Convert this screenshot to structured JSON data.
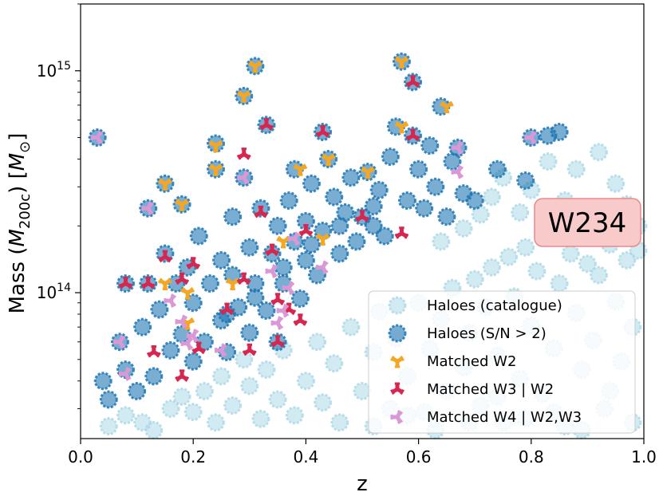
{
  "chart_data": {
    "type": "scatter",
    "xlabel": "z",
    "ylabel": "Mass (M200c) [M⊙]",
    "xlim": [
      0.0,
      1.0
    ],
    "ylim": [
      22000000000000.0,
      2000000000000000.0
    ],
    "yscale": "log",
    "xticks": [
      "0.0",
      "0.2",
      "0.4",
      "0.6",
      "0.8",
      "1.0"
    ],
    "yticks": [
      {
        "value": 100000000000000.0,
        "label": "10^14"
      },
      {
        "value": 1000000000000000.0,
        "label": "10^15"
      }
    ],
    "grid": false,
    "legend_position": "lower-right",
    "annotation": "W234",
    "series": [
      {
        "name": "Haloes (catalogue)",
        "color": "#add8e6",
        "marker": "o",
        "points": [
          [
            0.05,
            25000000000000.0
          ],
          [
            0.08,
            28000000000000.0
          ],
          [
            0.11,
            26000000000000.0
          ],
          [
            0.13,
            24000000000000.0
          ],
          [
            0.16,
            30000000000000.0
          ],
          [
            0.18,
            34000000000000.0
          ],
          [
            0.2,
            29000000000000.0
          ],
          [
            0.22,
            36000000000000.0
          ],
          [
            0.24,
            26000000000000.0
          ],
          [
            0.25,
            42000000000000.0
          ],
          [
            0.27,
            31000000000000.0
          ],
          [
            0.29,
            50000000000000.0
          ],
          [
            0.3,
            38000000000000.0
          ],
          [
            0.32,
            27000000000000.0
          ],
          [
            0.33,
            45000000000000.0
          ],
          [
            0.35,
            33000000000000.0
          ],
          [
            0.36,
            55000000000000.0
          ],
          [
            0.38,
            28000000000000.0
          ],
          [
            0.4,
            40000000000000.0
          ],
          [
            0.42,
            60000000000000.0
          ],
          [
            0.43,
            32000000000000.0
          ],
          [
            0.45,
            48000000000000.0
          ],
          [
            0.46,
            26000000000000.0
          ],
          [
            0.48,
            70000000000000.0
          ],
          [
            0.5,
            36000000000000.0
          ],
          [
            0.52,
            54000000000000.0
          ],
          [
            0.53,
            82000000000000.0
          ],
          [
            0.55,
            30000000000000.0
          ],
          [
            0.56,
            62000000000000.0
          ],
          [
            0.58,
            42000000000000.0
          ],
          [
            0.6,
            90000000000000.0
          ],
          [
            0.61,
            29000000000000.0
          ],
          [
            0.62,
            56000000000000.0
          ],
          [
            0.64,
            76000000000000.0
          ],
          [
            0.65,
            36000000000000.0
          ],
          [
            0.66,
            105000000000000.0
          ],
          [
            0.68,
            46000000000000.0
          ],
          [
            0.69,
            66000000000000.0
          ],
          [
            0.7,
            115000000000000.0
          ],
          [
            0.71,
            31000000000000.0
          ],
          [
            0.72,
            86000000000000.0
          ],
          [
            0.73,
            130000000000000.0
          ],
          [
            0.74,
            52000000000000.0
          ],
          [
            0.75,
            26000000000000.0
          ],
          [
            0.76,
            145000000000000.0
          ],
          [
            0.77,
            96000000000000.0
          ],
          [
            0.78,
            41000000000000.0
          ],
          [
            0.79,
            160000000000000.0
          ],
          [
            0.8,
            71000000000000.0
          ],
          [
            0.81,
            125000000000000.0
          ],
          [
            0.82,
            35000000000000.0
          ],
          [
            0.83,
            180000000000000.0
          ],
          [
            0.84,
            56000000000000.0
          ],
          [
            0.85,
            110000000000000.0
          ],
          [
            0.86,
            25000000000000.0
          ],
          [
            0.87,
            150000000000000.0
          ],
          [
            0.88,
            81000000000000.0
          ],
          [
            0.89,
            45000000000000.0
          ],
          [
            0.9,
            135000000000000.0
          ],
          [
            0.91,
            61000000000000.0
          ],
          [
            0.92,
            120000000000000.0
          ],
          [
            0.93,
            30000000000000.0
          ],
          [
            0.94,
            165000000000000.0
          ],
          [
            0.95,
            91000000000000.0
          ],
          [
            0.96,
            49000000000000.0
          ],
          [
            0.97,
            140000000000000.0
          ],
          [
            0.98,
            70000000000000.0
          ],
          [
            0.99,
            155000000000000.0
          ],
          [
            0.52,
            25000000000000.0
          ],
          [
            0.58,
            28000000000000.0
          ],
          [
            0.63,
            24000000000000.0
          ],
          [
            0.69,
            26000000000000.0
          ],
          [
            0.74,
            34000000000000.0
          ],
          [
            0.79,
            27000000000000.0
          ],
          [
            0.84,
            29000000000000.0
          ],
          [
            0.89,
            24000000000000.0
          ],
          [
            0.94,
            36000000000000.0
          ],
          [
            0.98,
            26000000000000.0
          ],
          [
            0.64,
            170000000000000.0
          ],
          [
            0.68,
            195000000000000.0
          ],
          [
            0.71,
            225000000000000.0
          ],
          [
            0.73,
            270000000000000.0
          ],
          [
            0.75,
            330000000000000.0
          ],
          [
            0.78,
            230000000000000.0
          ],
          [
            0.8,
            290000000000000.0
          ],
          [
            0.83,
            390000000000000.0
          ],
          [
            0.86,
            260000000000000.0
          ],
          [
            0.88,
            360000000000000.0
          ],
          [
            0.92,
            430000000000000.0
          ],
          [
            0.95,
            310000000000000.0
          ],
          [
            0.97,
            250000000000000.0
          ],
          [
            0.99,
            200000000000000.0
          ]
        ]
      },
      {
        "name": "Haloes (S/N > 2)",
        "color": "#1f77b4",
        "marker": "o",
        "points": [
          [
            0.03,
            500000000000000.0
          ],
          [
            0.04,
            40000000000000.0
          ],
          [
            0.05,
            33000000000000.0
          ],
          [
            0.07,
            60000000000000.0
          ],
          [
            0.08,
            110000000000000.0
          ],
          [
            0.08,
            45000000000000.0
          ],
          [
            0.1,
            36000000000000.0
          ],
          [
            0.11,
            70000000000000.0
          ],
          [
            0.12,
            240000000000000.0
          ],
          [
            0.12,
            110000000000000.0
          ],
          [
            0.13,
            42000000000000.0
          ],
          [
            0.14,
            84000000000000.0
          ],
          [
            0.15,
            150000000000000.0
          ],
          [
            0.15,
            310000000000000.0
          ],
          [
            0.16,
            55000000000000.0
          ],
          [
            0.17,
            110000000000000.0
          ],
          [
            0.18,
            250000000000000.0
          ],
          [
            0.18,
            65000000000000.0
          ],
          [
            0.19,
            130000000000000.0
          ],
          [
            0.2,
            49000000000000.0
          ],
          [
            0.2,
            90000000000000.0
          ],
          [
            0.21,
            180000000000000.0
          ],
          [
            0.22,
            60000000000000.0
          ],
          [
            0.23,
            110000000000000.0
          ],
          [
            0.24,
            470000000000000.0
          ],
          [
            0.24,
            360000000000000.0
          ],
          [
            0.25,
            75000000000000.0
          ],
          [
            0.25,
            140000000000000.0
          ],
          [
            0.26,
            54000000000000.0
          ],
          [
            0.27,
            120000000000000.0
          ],
          [
            0.27,
            220000000000000.0
          ],
          [
            0.28,
            86000000000000.0
          ],
          [
            0.29,
            770000000000000.0
          ],
          [
            0.29,
            330000000000000.0
          ],
          [
            0.3,
            160000000000000.0
          ],
          [
            0.3,
            66000000000000.0
          ],
          [
            0.31,
            1050000000000000.0
          ],
          [
            0.31,
            110000000000000.0
          ],
          [
            0.32,
            240000000000000.0
          ],
          [
            0.33,
            570000000000000.0
          ],
          [
            0.33,
            83000000000000.0
          ],
          [
            0.34,
            150000000000000.0
          ],
          [
            0.35,
            200000000000000.0
          ],
          [
            0.35,
            60000000000000.0
          ],
          [
            0.36,
            110000000000000.0
          ],
          [
            0.37,
            260000000000000.0
          ],
          [
            0.38,
            360000000000000.0
          ],
          [
            0.38,
            170000000000000.0
          ],
          [
            0.39,
            94000000000000.0
          ],
          [
            0.4,
            140000000000000.0
          ],
          [
            0.4,
            210000000000000.0
          ],
          [
            0.41,
            310000000000000.0
          ],
          [
            0.42,
            120000000000000.0
          ],
          [
            0.43,
            530000000000000.0
          ],
          [
            0.43,
            190000000000000.0
          ],
          [
            0.44,
            400000000000000.0
          ],
          [
            0.45,
            270000000000000.0
          ],
          [
            0.46,
            150000000000000.0
          ],
          [
            0.47,
            230000000000000.0
          ],
          [
            0.48,
            330000000000000.0
          ],
          [
            0.49,
            170000000000000.0
          ],
          [
            0.5,
            220000000000000.0
          ],
          [
            0.51,
            350000000000000.0
          ],
          [
            0.52,
            200000000000000.0
          ],
          [
            0.53,
            290000000000000.0
          ],
          [
            0.54,
            180000000000000.0
          ],
          [
            0.55,
            410000000000000.0
          ],
          [
            0.56,
            560000000000000.0
          ],
          [
            0.57,
            1100000000000000.0
          ],
          [
            0.58,
            260000000000000.0
          ],
          [
            0.59,
            890000000000000.0
          ],
          [
            0.59,
            510000000000000.0
          ],
          [
            0.6,
            360000000000000.0
          ],
          [
            0.61,
            240000000000000.0
          ],
          [
            0.62,
            460000000000000.0
          ],
          [
            0.63,
            300000000000000.0
          ],
          [
            0.64,
            690000000000000.0
          ],
          [
            0.65,
            220000000000000.0
          ],
          [
            0.66,
            390000000000000.0
          ],
          [
            0.67,
            450000000000000.0
          ],
          [
            0.68,
            280000000000000.0
          ],
          [
            0.7,
            260000000000000.0
          ],
          [
            0.74,
            360000000000000.0
          ],
          [
            0.79,
            320000000000000.0
          ],
          [
            0.8,
            500000000000000.0
          ],
          [
            0.83,
            510000000000000.0
          ],
          [
            0.85,
            530000000000000.0
          ],
          [
            0.36,
            130000000000000.0
          ],
          [
            0.41,
            165000000000000.0
          ],
          [
            0.46,
            200000000000000.0
          ],
          [
            0.52,
            245000000000000.0
          ],
          [
            0.26,
            80000000000000.0
          ],
          [
            0.31,
            95000000000000.0
          ]
        ]
      },
      {
        "name": "Matched W2",
        "color": "#f5a623",
        "marker": "tri_down",
        "points": [
          [
            0.15,
            310000000000000.0
          ],
          [
            0.15,
            110000000000000.0
          ],
          [
            0.18,
            250000000000000.0
          ],
          [
            0.19,
            100000000000000.0
          ],
          [
            0.19,
            73000000000000.0
          ],
          [
            0.24,
            460000000000000.0
          ],
          [
            0.24,
            360000000000000.0
          ],
          [
            0.27,
            110000000000000.0
          ],
          [
            0.29,
            770000000000000.0
          ],
          [
            0.31,
            1050000000000000.0
          ],
          [
            0.36,
            170000000000000.0
          ],
          [
            0.39,
            360000000000000.0
          ],
          [
            0.43,
            175000000000000.0
          ],
          [
            0.44,
            400000000000000.0
          ],
          [
            0.51,
            350000000000000.0
          ],
          [
            0.57,
            1100000000000000.0
          ],
          [
            0.57,
            560000000000000.0
          ],
          [
            0.65,
            690000000000000.0
          ]
        ]
      },
      {
        "name": "Matched W3 | W2",
        "color": "#d62750",
        "marker": "tri_up",
        "points": [
          [
            0.08,
            110000000000000.0
          ],
          [
            0.12,
            110000000000000.0
          ],
          [
            0.13,
            54000000000000.0
          ],
          [
            0.15,
            145000000000000.0
          ],
          [
            0.18,
            115000000000000.0
          ],
          [
            0.18,
            42000000000000.0
          ],
          [
            0.2,
            135000000000000.0
          ],
          [
            0.21,
            56000000000000.0
          ],
          [
            0.26,
            84000000000000.0
          ],
          [
            0.29,
            115000000000000.0
          ],
          [
            0.29,
            420000000000000.0
          ],
          [
            0.3,
            55000000000000.0
          ],
          [
            0.32,
            230000000000000.0
          ],
          [
            0.33,
            570000000000000.0
          ],
          [
            0.34,
            155000000000000.0
          ],
          [
            0.35,
            93000000000000.0
          ],
          [
            0.35,
            60000000000000.0
          ],
          [
            0.37,
            84000000000000.0
          ],
          [
            0.39,
            75000000000000.0
          ],
          [
            0.4,
            190000000000000.0
          ],
          [
            0.43,
            530000000000000.0
          ],
          [
            0.5,
            220000000000000.0
          ],
          [
            0.57,
            185000000000000.0
          ],
          [
            0.59,
            890000000000000.0
          ],
          [
            0.59,
            510000000000000.0
          ]
        ]
      },
      {
        "name": "Matched W4 | W2,W3",
        "color": "#da98d6",
        "marker": "tri_left",
        "points": [
          [
            0.03,
            500000000000000.0
          ],
          [
            0.07,
            60000000000000.0
          ],
          [
            0.08,
            43000000000000.0
          ],
          [
            0.12,
            240000000000000.0
          ],
          [
            0.16,
            92000000000000.0
          ],
          [
            0.18,
            74000000000000.0
          ],
          [
            0.19,
            59000000000000.0
          ],
          [
            0.2,
            64000000000000.0
          ],
          [
            0.25,
            55000000000000.0
          ],
          [
            0.29,
            330000000000000.0
          ],
          [
            0.34,
            125000000000000.0
          ],
          [
            0.35,
            73000000000000.0
          ],
          [
            0.36,
            83000000000000.0
          ],
          [
            0.37,
            105000000000000.0
          ],
          [
            0.38,
            175000000000000.0
          ],
          [
            0.43,
            130000000000000.0
          ],
          [
            0.67,
            450000000000000.0
          ],
          [
            0.67,
            350000000000000.0
          ],
          [
            0.8,
            500000000000000.0
          ]
        ]
      }
    ]
  }
}
